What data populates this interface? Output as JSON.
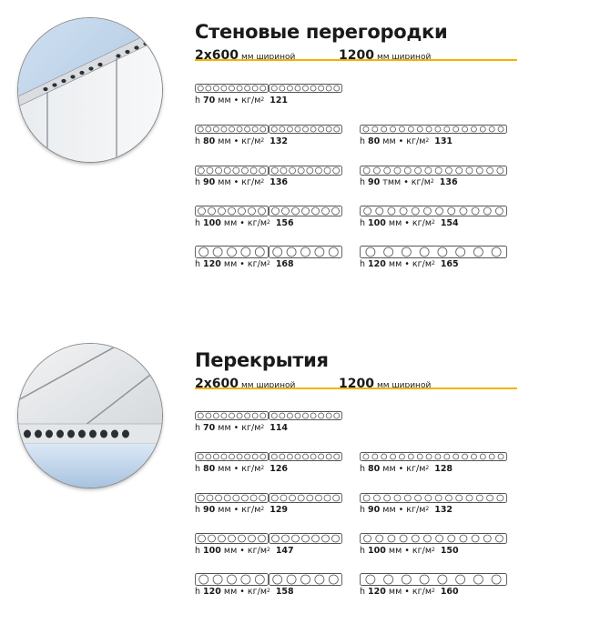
{
  "sections": [
    {
      "title": "Стеновые перегородки",
      "col_small_num": "2x600",
      "col_small_unit": "мм шириной",
      "col_large_num": "1200",
      "col_large_unit": "мм шириной",
      "rows": [
        {
          "small": {
            "h_label": "h",
            "h_value": "70",
            "unit_text": "мм • кг/м",
            "weight": "121"
          }
        },
        {
          "small": {
            "h_label": "h",
            "h_value": "80",
            "unit_text": "мм • кг/м",
            "weight": "132"
          },
          "large": {
            "h_label": "h",
            "h_value": "80",
            "unit_text": "мм • кг/м",
            "weight": "131"
          }
        },
        {
          "small": {
            "h_label": "h",
            "h_value": "90",
            "unit_text": "мм • кг/м",
            "weight": "136"
          },
          "large": {
            "h_label": "h",
            "h_value": "90",
            "unit_text": "тмм • кг/м",
            "weight": "136"
          }
        },
        {
          "small": {
            "h_label": "h",
            "h_value": "100",
            "unit_text": "мм • кг/м",
            "weight": "156"
          },
          "large": {
            "h_label": "h",
            "h_value": "100",
            "unit_text": "мм • кг/м",
            "weight": "154"
          }
        },
        {
          "small": {
            "h_label": "h",
            "h_value": "120",
            "unit_text": "мм • кг/м",
            "weight": "168"
          },
          "large": {
            "h_label": "h",
            "h_value": "120",
            "unit_text": "мм • кг/м",
            "weight": "165"
          }
        }
      ]
    },
    {
      "title": "Перекрытия",
      "col_small_num": "2x600",
      "col_small_unit": "мм шириной",
      "col_large_num": "1200",
      "col_large_unit": "мм шириной",
      "rows": [
        {
          "small": {
            "h_label": "h",
            "h_value": "70",
            "unit_text": "мм • кг/м",
            "weight": "114"
          }
        },
        {
          "small": {
            "h_label": "h",
            "h_value": "80",
            "unit_text": "мм • кг/м",
            "weight": "126"
          },
          "large": {
            "h_label": "h",
            "h_value": "80",
            "unit_text": "мм • кг/м",
            "weight": "128"
          }
        },
        {
          "small": {
            "h_label": "h",
            "h_value": "90",
            "unit_text": "мм • кг/м",
            "weight": "129"
          },
          "large": {
            "h_label": "h",
            "h_value": "90",
            "unit_text": "мм • кг/м",
            "weight": "132"
          }
        },
        {
          "small": {
            "h_label": "h",
            "h_value": "100",
            "unit_text": "мм • кг/м",
            "weight": "147"
          },
          "large": {
            "h_label": "h",
            "h_value": "100",
            "unit_text": "мм • кг/м",
            "weight": "150"
          }
        },
        {
          "small": {
            "h_label": "h",
            "h_value": "120",
            "unit_text": "мм • кг/м",
            "weight": "158"
          },
          "large": {
            "h_label": "h",
            "h_value": "120",
            "unit_text": "мм • кг/м",
            "weight": "160"
          }
        }
      ]
    }
  ],
  "unit_superscript": "2",
  "colors": {
    "accent_rule": "#f0b400",
    "text": "#1a1a1a",
    "panel_stroke": "#555555"
  },
  "icons": [
    "wall-partition-illustration",
    "floor-slab-illustration",
    "hollow-core-panel-icon"
  ]
}
